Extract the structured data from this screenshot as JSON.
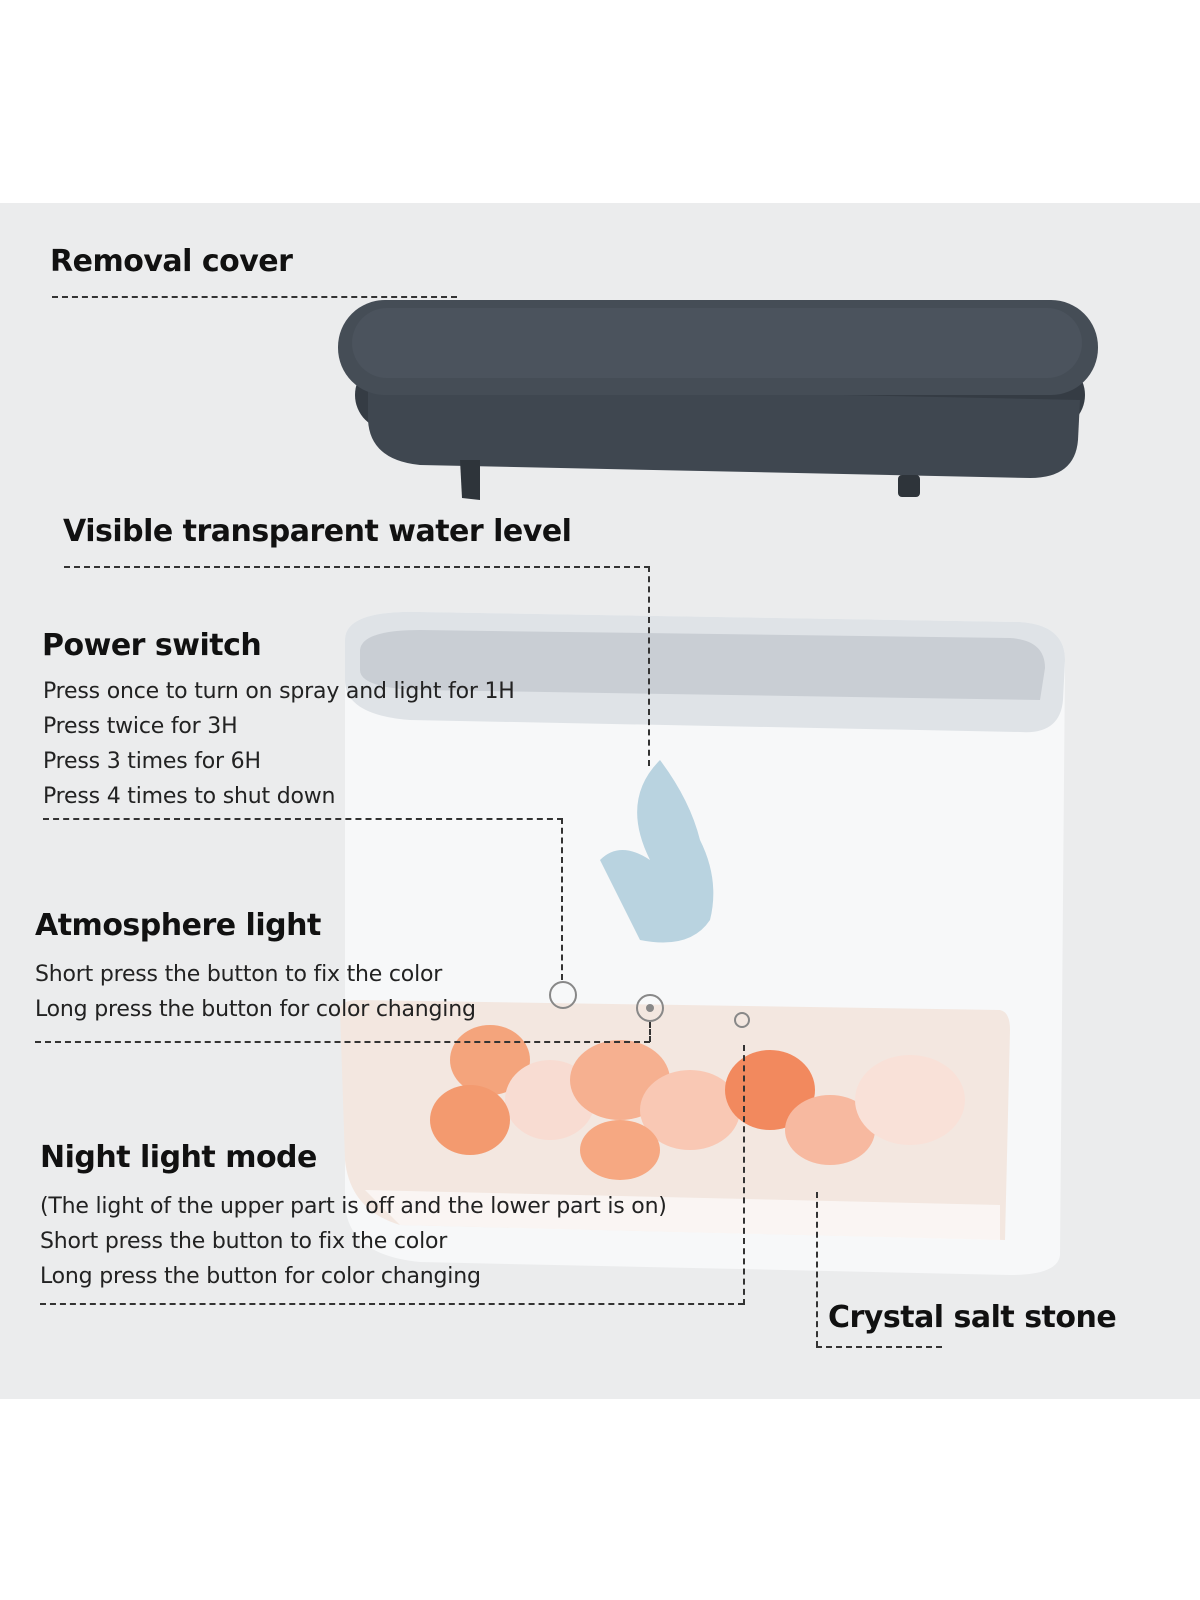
{
  "labels": {
    "removal_cover": "Removal cover",
    "water_level": "Visible transparent water level",
    "power_switch": {
      "title": "Power switch",
      "lines": [
        "Press once to turn on spray and light for 1H",
        "Press twice for 3H",
        "Press 3 times for 6H",
        "Press 4 times to shut down"
      ]
    },
    "atmosphere_light": {
      "title": "Atmosphere light",
      "lines": [
        "Short press the button to fix the color",
        "Long press the button for color changing"
      ]
    },
    "night_light": {
      "title": "Night light mode",
      "lines": [
        "(The light of the upper part is off and the lower part is on)",
        "Short press the button to fix the color",
        "Long press the button for color changing"
      ]
    },
    "crystal_salt": "Crystal salt stone"
  },
  "colors": {
    "background": "#ebeced",
    "cover": "#3f4750",
    "body": "#f7f8f9",
    "salt": "#f2a27c",
    "flame": "#b9d3e0"
  }
}
